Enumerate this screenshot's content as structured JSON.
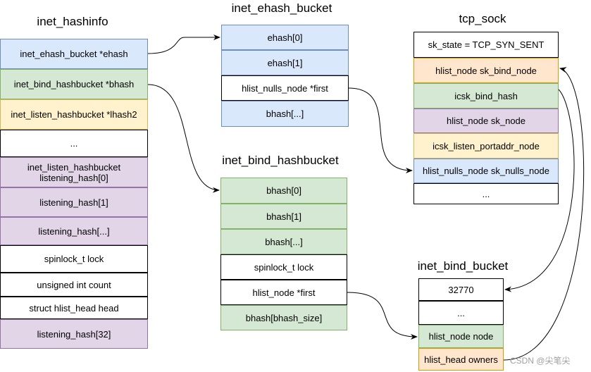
{
  "titles": {
    "hashinfo": "inet_hashinfo",
    "ehash_bucket": "inet_ehash_bucket",
    "tcp_sock": "tcp_sock",
    "bind_hashbucket": "inet_bind_hashbucket",
    "bind_bucket": "inet_bind_bucket"
  },
  "hashinfo": [
    {
      "label": "inet_ehash_bucket *ehash",
      "color": "blue"
    },
    {
      "label": "inet_bind_hashbucket *bhash",
      "color": "green"
    },
    {
      "label": "inet_listen_hashbucket *lhash2",
      "color": "yellow"
    },
    {
      "label": "...",
      "color": "white"
    },
    {
      "label": "inet_listen_hashbucket\nlistening_hash[0]",
      "color": "purple"
    },
    {
      "label": "listening_hash[1]",
      "color": "purple"
    },
    {
      "label": "listening_hash[...]",
      "color": "purple"
    },
    {
      "label": "spinlock_t lock",
      "color": "white"
    },
    {
      "label": "unsigned int count",
      "color": "white"
    },
    {
      "label": "struct hlist_head head",
      "color": "white"
    },
    {
      "label": "listening_hash[32]",
      "color": "purple"
    }
  ],
  "ehash_bucket": [
    {
      "label": "ehash[0]",
      "color": "blue"
    },
    {
      "label": "ehash[1]",
      "color": "blue"
    },
    {
      "label": "hlist_nulls_node *first",
      "color": "white"
    },
    {
      "label": "bhash[...]",
      "color": "blue"
    }
  ],
  "tcp_sock": [
    {
      "label": "sk_state =  TCP_SYN_SENT",
      "color": "white"
    },
    {
      "label": "hlist_node sk_bind_node",
      "color": "orange"
    },
    {
      "label": "icsk_bind_hash",
      "color": "green"
    },
    {
      "label": "hlist_node sk_node",
      "color": "purple"
    },
    {
      "label": "icsk_listen_portaddr_node",
      "color": "yellow"
    },
    {
      "label": "hlist_nulls_node sk_nulls_node",
      "color": "blue"
    },
    {
      "label": "...",
      "color": "white"
    }
  ],
  "bind_hashbucket": [
    {
      "label": "bhash[0]",
      "color": "green"
    },
    {
      "label": "bhash[1]",
      "color": "green"
    },
    {
      "label": "bhash[...]",
      "color": "green"
    },
    {
      "label": "spinlock_t lock",
      "color": "white"
    },
    {
      "label": "hlist_node *first",
      "color": "white"
    },
    {
      "label": "bhash[bhash_size]",
      "color": "green"
    }
  ],
  "bind_bucket": [
    {
      "label": "32770",
      "color": "white"
    },
    {
      "label": "...",
      "color": "white"
    },
    {
      "label": "hlist_node node",
      "color": "green"
    },
    {
      "label": "hlist_head owners",
      "color": "orange"
    }
  ],
  "watermark": "CSDN @尖笔尖"
}
